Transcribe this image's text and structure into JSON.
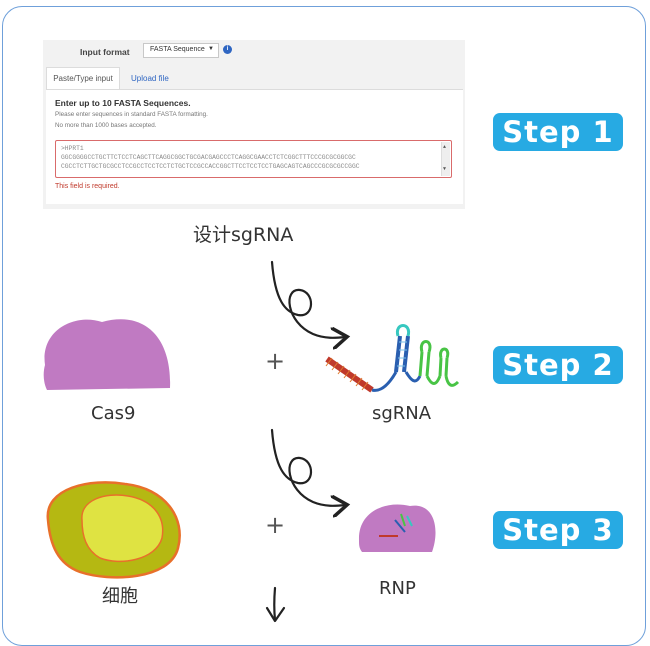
{
  "form": {
    "input_format_label": "Input format",
    "input_format_value": "FASTA Sequence",
    "tabs": [
      "Paste/Type input",
      "Upload file"
    ],
    "heading": "Enter up to 10 FASTA Sequences.",
    "hint1": "Please enter sequences in standard FASTA formatting.",
    "hint2": "No more than 1000 bases accepted.",
    "sequence_lines": [
      ">HPRT1",
      "GGCGGGGCCTGCTTCTCCTCAGCTTCAGGCGGCTGCGACGAGCCCTCAGGCGAACCTCTCGGCTTTCCCGCGCGGCGC",
      "CGCCTCTTGCTGCGCCTCCGCCTCCTCCTCTGCTCCGCCACCGGCTTCCTCCTCCTGAGCAGTCAGCCCGCGCGCCGGC"
    ],
    "error": "This field is required."
  },
  "diagram": {
    "design_label": "设计sgRNA",
    "cas9_label": "Cas9",
    "sgrna_label": "sgRNA",
    "cell_label": "细胞",
    "rnp_label": "RNP",
    "plus": "+",
    "steps": [
      "Step 1",
      "Step 2",
      "Step 3"
    ]
  },
  "colors": {
    "step_bg": "#27aae3",
    "cas9": "#c07ac2",
    "cell_outer": "#b5b812",
    "cell_inner": "#dfe342",
    "cell_border": "#e8702a",
    "frame": "#6fa0da"
  }
}
